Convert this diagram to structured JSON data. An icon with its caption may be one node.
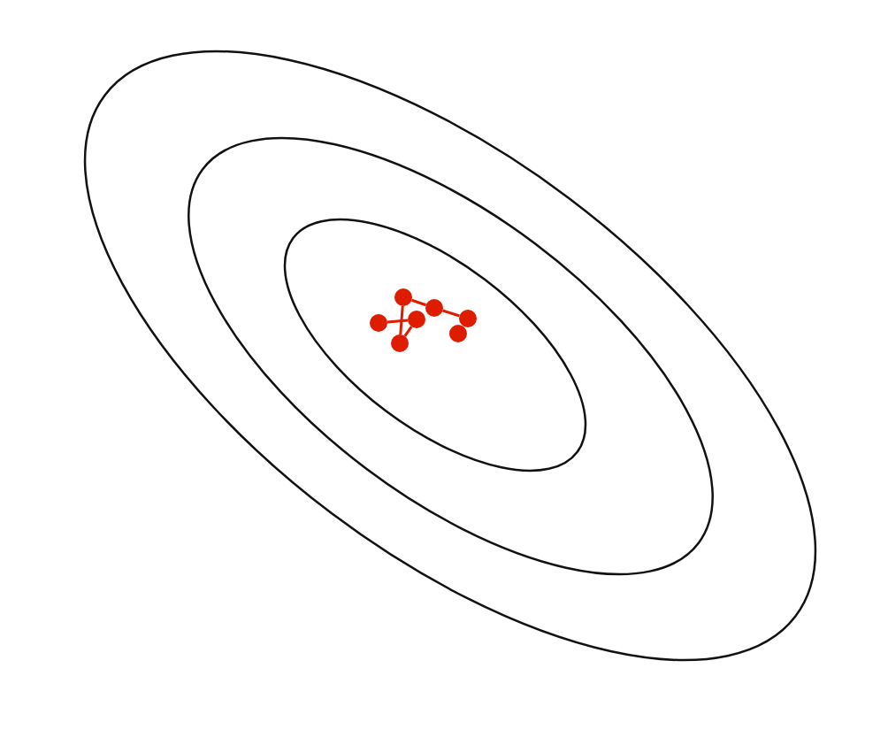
{
  "diagram": {
    "nodes": [
      {
        "text": [],
        "shape": "circle"
      },
      {
        "text": [],
        "shape": "circle"
      },
      {
        "text": [],
        "shape": "circle"
      },
      {
        "text": [],
        "shape": "circle"
      },
      {
        "text": [],
        "shape": "circle"
      },
      {
        "text": [],
        "shape": "circle"
      },
      {
        "text": [],
        "shape": "circle"
      }
    ],
    "edges": [
      {
        "from": 0,
        "to": 3,
        "arrow": "none"
      },
      {
        "from": 3,
        "to": 1,
        "arrow": "none"
      },
      {
        "from": 1,
        "to": 2,
        "arrow": "none"
      },
      {
        "from": 2,
        "to": 4,
        "arrow": "none"
      },
      {
        "from": 4,
        "to": 6,
        "arrow": "none"
      }
    ]
  }
}
